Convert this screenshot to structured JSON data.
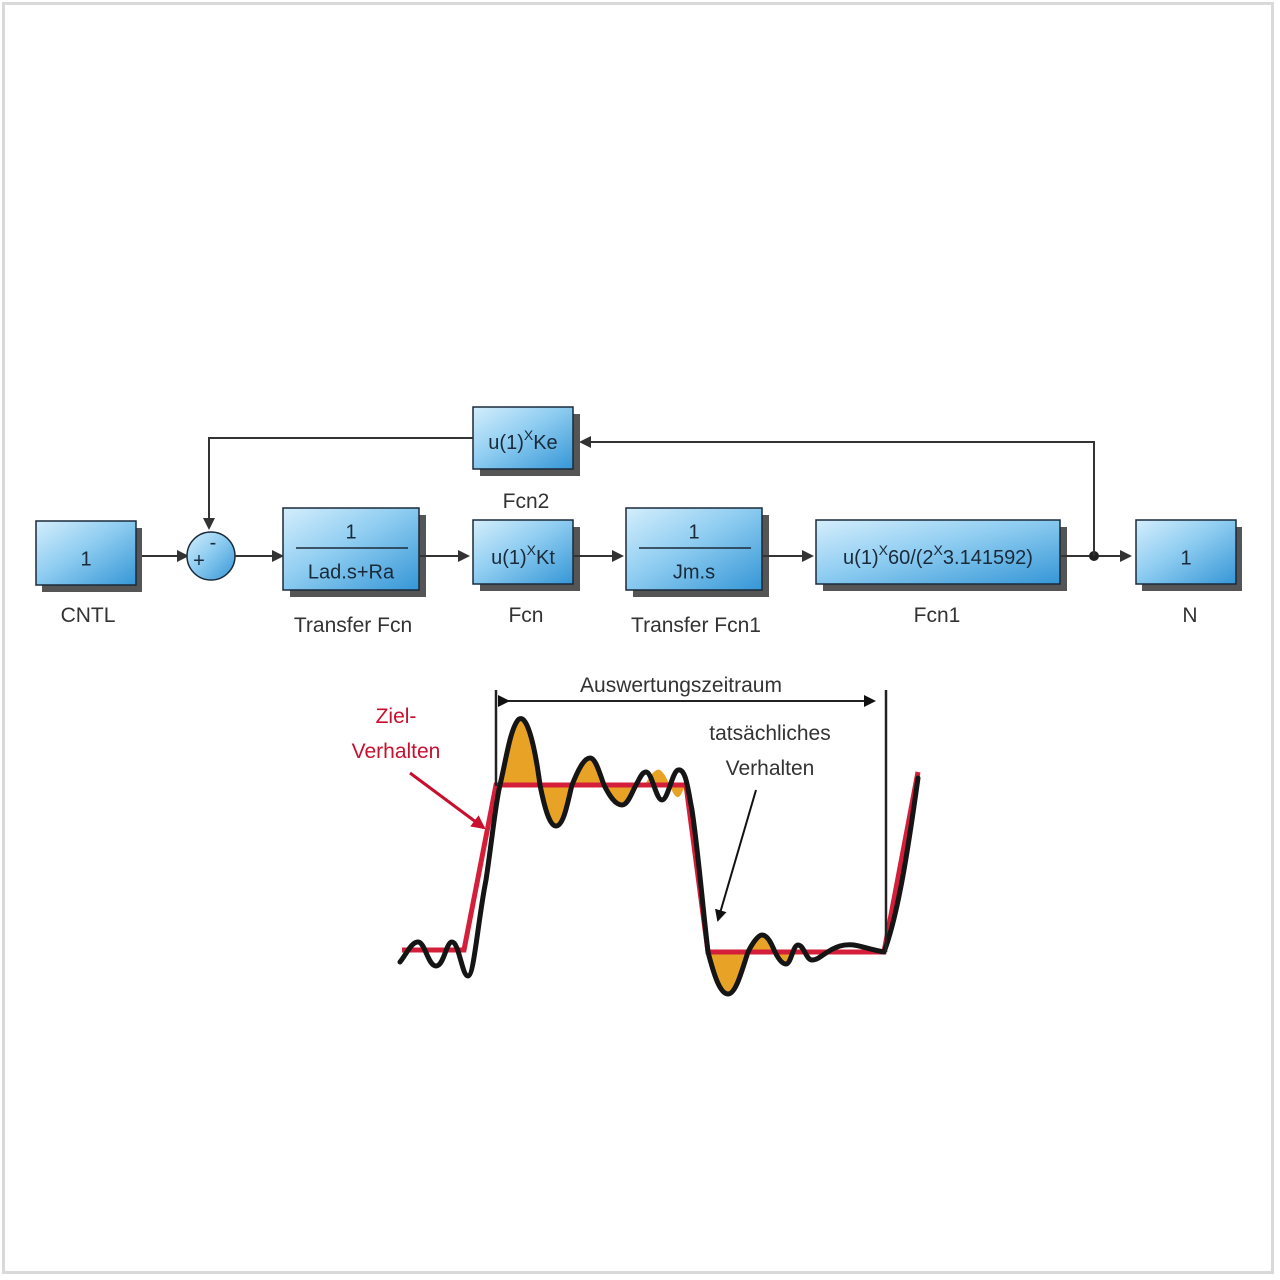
{
  "blocks": {
    "cntl": {
      "content": "1",
      "name": "CNTL"
    },
    "tf": {
      "numerator": "1",
      "denominator": "Lad.s+Ra",
      "name": "Transfer Fcn"
    },
    "fcn": {
      "content_base": "u(1)",
      "content_x": "X",
      "content_rest": "Kt",
      "name": "Fcn"
    },
    "tf1": {
      "numerator": "1",
      "denominator": "Jm.s",
      "name": "Transfer Fcn1"
    },
    "fcn1": {
      "content_a": "u(1)",
      "content_x1": "X",
      "content_b": "60/(2",
      "content_x2": "X",
      "content_c": "3.141592)",
      "name": "Fcn1"
    },
    "out": {
      "content": "1",
      "name": "N"
    },
    "fcn2": {
      "content_base": "u(1)",
      "content_x": "X",
      "content_rest": "Ke",
      "name": "Fcn2"
    }
  },
  "sum": {
    "plus": "+",
    "minus": "-"
  },
  "plot": {
    "range_label": "Auswertungszeitraum",
    "target_label_line1": "Ziel-",
    "target_label_line2": "Verhalten",
    "actual_label_line1": "tatsächliches",
    "actual_label_line2": "Verhalten"
  },
  "colors": {
    "block_fill_light": "#bfe4f8",
    "block_fill_dark": "#3fa3df",
    "target_curve": "#d51f3a",
    "actual_curve": "#1a1a1a",
    "error_fill": "#e8a327",
    "target_label": "#c8102e",
    "line": "#333333"
  }
}
